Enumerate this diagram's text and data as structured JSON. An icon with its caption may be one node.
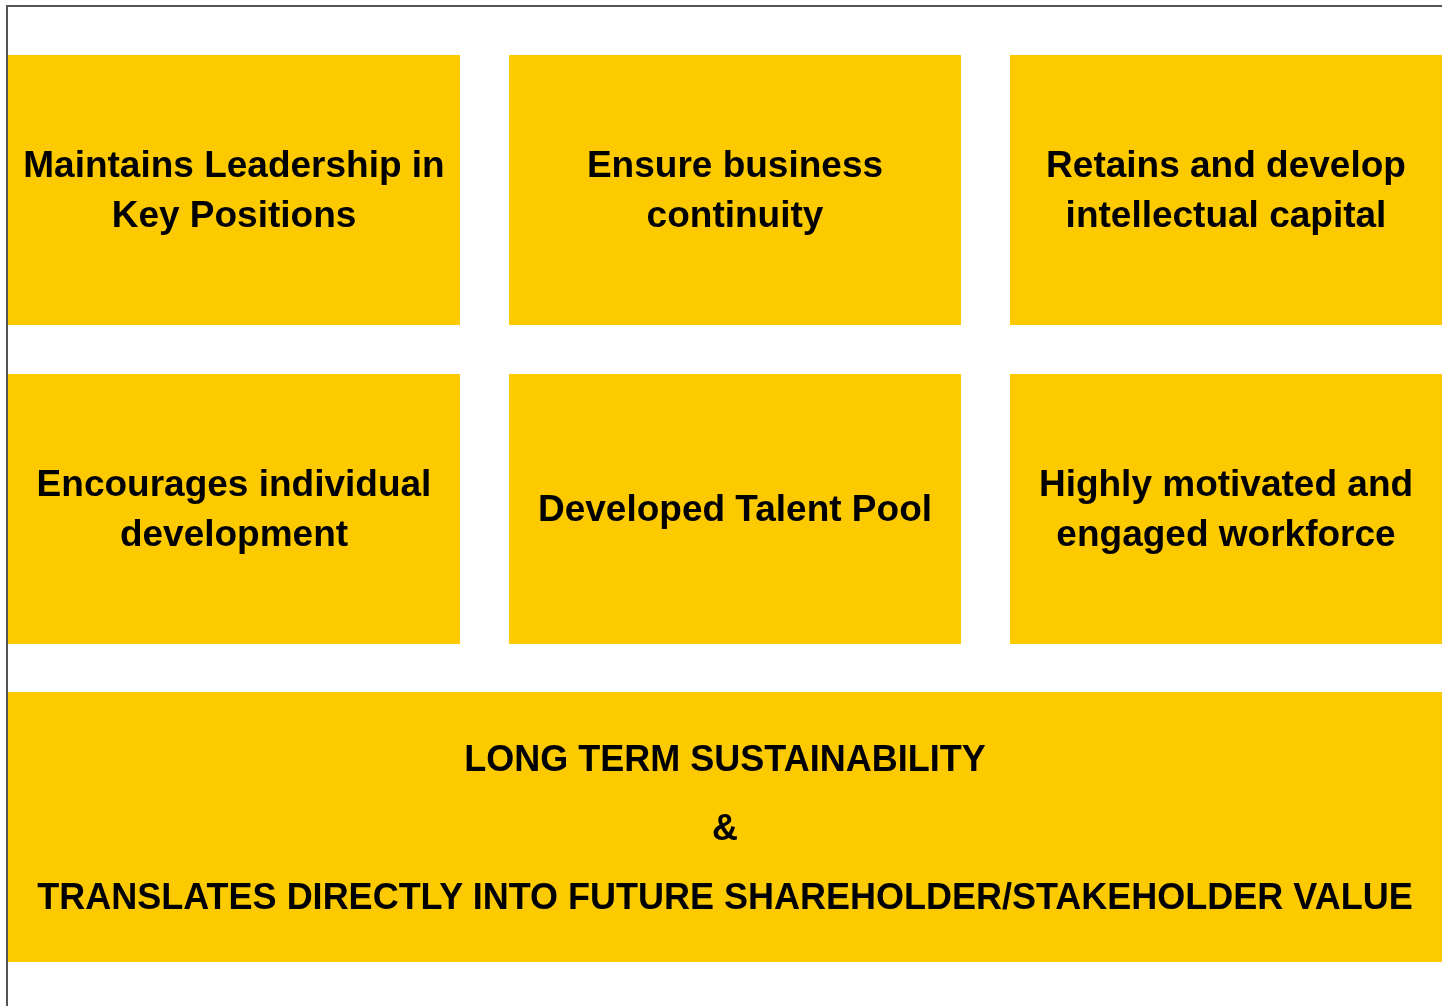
{
  "diagram": {
    "nodes": [
      {
        "text": [
          "Maintains Leadership in Key Positions"
        ]
      },
      {
        "text": [
          "Ensure business continuity"
        ]
      },
      {
        "text": [
          "Retains and develop intellectual capital"
        ]
      },
      {
        "text": [
          "Encourages individual development"
        ]
      },
      {
        "text": [
          "Developed Talent Pool"
        ]
      },
      {
        "text": [
          "Highly motivated and engaged workforce"
        ]
      },
      {
        "text": [
          "LONG TERM SUSTAINABILITY",
          "&",
          "TRANSLATES DIRECTLY INTO FUTURE SHAREHOLDER/STAKEHOLDER VALUE"
        ]
      }
    ],
    "edges": []
  }
}
